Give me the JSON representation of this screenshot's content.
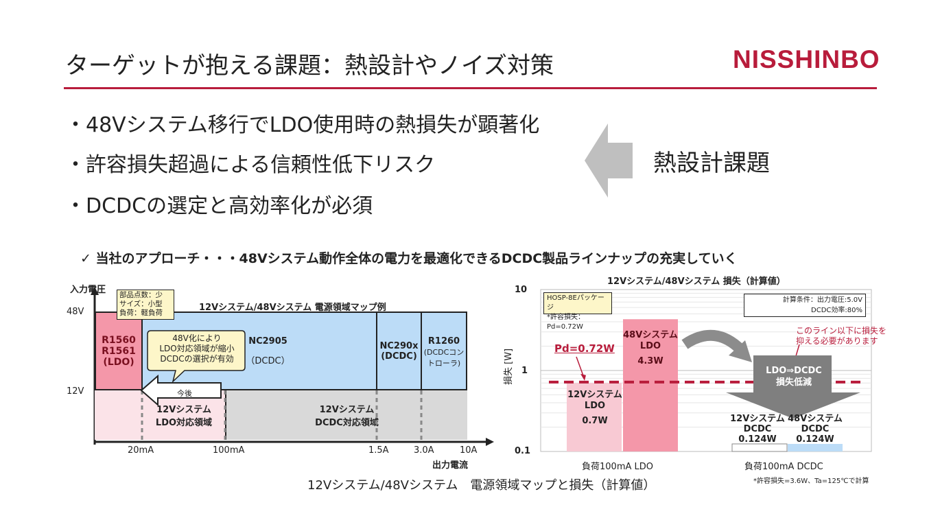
{
  "header": {
    "title": "ターゲットが抱える課題：熱設計やノイズ対策",
    "logo": "NISSHINBO",
    "accent_color": "#b81c3b"
  },
  "bullets": [
    "・48Vシステム移行でLDO使用時の熱損失が顕著化",
    "・許容損失超過による信頼性低下リスク",
    "・DCDCの選定と高効率化が必須"
  ],
  "thermal_label": "熱設計課題",
  "approach": "✓ 当社のアプローチ・・・48Vシステム動作全体の電力を最適化できるDCDC製品ラインナップの充実していく",
  "map": {
    "title": "12Vシステム/48Vシステム 電源領域マップ例",
    "y_axis_label": "入力電圧",
    "x_axis_label": "出力電流",
    "y_ticks": [
      "48V",
      "12V"
    ],
    "x_ticks": [
      "20mA",
      "100mA",
      "1.5A",
      "3.0A",
      "10A"
    ],
    "spec_note": [
      "部品点数：少",
      "サイズ：小型",
      "負荷：軽負荷"
    ],
    "callout": [
      "48V化により",
      "LDO対応領域が縮小",
      "DCDCの選択が有効"
    ],
    "arrow_label": "今後",
    "regions": {
      "r1560": [
        "R1560",
        "R1561",
        "(LDO)"
      ],
      "nc2905": [
        "NC2905",
        "（DCDC）"
      ],
      "nc290x": [
        "NC290x",
        "(DCDC)"
      ],
      "r1260": [
        "R1260",
        "(DCDCコン",
        "トローラ)"
      ],
      "ldo12": [
        "12Vシステム",
        "LDO対応領域"
      ],
      "dcdc12": [
        "12Vシステム",
        "DCDC対応領域"
      ]
    },
    "colors": {
      "pink": "#f497a9",
      "light_pink": "#fbe3e8",
      "blue": "#bcdcf7",
      "gray": "#d9d9d9"
    }
  },
  "chart_data": {
    "type": "bar",
    "title": "12Vシステム/48Vシステム 損失（計算値）",
    "ylabel": "損失 [W]",
    "yscale": "log",
    "ylim": [
      0.1,
      10
    ],
    "y_ticks": [
      "10",
      "1",
      "0.1"
    ],
    "categories": [
      "負荷100mA LDO",
      "負荷100mA DCDC"
    ],
    "bars": [
      {
        "category": "負荷100mA LDO",
        "label": [
          "12Vシステム",
          "LDO"
        ],
        "value": 0.7,
        "value_label": "0.7W",
        "color": "#f8c9d3"
      },
      {
        "category": "負荷100mA LDO",
        "label": [
          "48Vシステム",
          "LDO"
        ],
        "value": 4.3,
        "value_label": "4.3W",
        "color": "#f497a9"
      },
      {
        "category": "負荷100mA DCDC",
        "label": [
          "12Vシステム",
          "DCDC"
        ],
        "value": 0.124,
        "value_label": "0.124W",
        "color": "#ffffff"
      },
      {
        "category": "負荷100mA DCDC",
        "label": [
          "48Vシステム",
          "DCDC"
        ],
        "value": 0.124,
        "value_label": "0.124W",
        "color": "#bcdcf7"
      }
    ],
    "threshold": {
      "value": 0.72,
      "label": "Pd=0.72W",
      "color": "#b81c3b"
    },
    "package_note": [
      "HOSP-8Eパッケージ",
      "*許容損失：Pd=0.72W"
    ],
    "condition_note": [
      "計算条件：出力電圧:5.0V",
      "DCDC効率:80%"
    ],
    "annotation": [
      "このライン以下に損失を",
      "抑える必要があります"
    ],
    "reduction_label": [
      "LDO⇒DCDC",
      "損失低減"
    ]
  },
  "caption": "12Vシステム/48Vシステム　電源領域マップと損失（計算値）",
  "footnote": "*許容損失=3.6W、Ta=125℃で計算"
}
